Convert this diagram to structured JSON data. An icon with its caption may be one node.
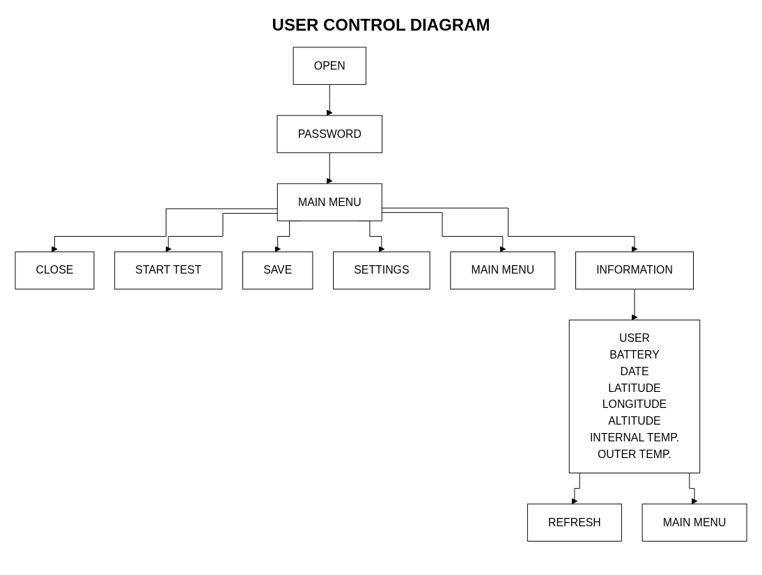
{
  "diagram": {
    "title": "USER CONTROL DIAGRAM",
    "nodes": [
      {
        "text": [
          "OPEN"
        ]
      },
      {
        "text": [
          "PASSWORD"
        ]
      },
      {
        "text": [
          "MAIN MENU"
        ]
      },
      {
        "text": [
          "CLOSE"
        ]
      },
      {
        "text": [
          "START TEST"
        ]
      },
      {
        "text": [
          "SAVE"
        ]
      },
      {
        "text": [
          "SETTINGS"
        ]
      },
      {
        "text": [
          "MAIN MENU"
        ]
      },
      {
        "text": [
          "INFORMATION"
        ]
      },
      {
        "text": [
          "USER",
          "BATTERY",
          "DATE",
          "LATITUDE",
          "LONGITUDE",
          "ALTITUDE",
          "INTERNAL TEMP.",
          "OUTER TEMP."
        ]
      },
      {
        "text": [
          "REFRESH"
        ]
      },
      {
        "text": [
          "MAIN MENU"
        ]
      }
    ],
    "edges": [
      {
        "from": 0,
        "to": 1,
        "arrow": "to"
      },
      {
        "from": 1,
        "to": 2,
        "arrow": "to"
      },
      {
        "from": 2,
        "to": 3,
        "arrow": "to"
      },
      {
        "from": 2,
        "to": 4,
        "arrow": "to"
      },
      {
        "from": 2,
        "to": 5,
        "arrow": "to"
      },
      {
        "from": 2,
        "to": 6,
        "arrow": "to"
      },
      {
        "from": 2,
        "to": 7,
        "arrow": "to"
      },
      {
        "from": 2,
        "to": 8,
        "arrow": "to"
      },
      {
        "from": 8,
        "to": 9,
        "arrow": "to"
      },
      {
        "from": 9,
        "to": 10,
        "arrow": "to"
      },
      {
        "from": 9,
        "to": 11,
        "arrow": "to"
      }
    ]
  }
}
